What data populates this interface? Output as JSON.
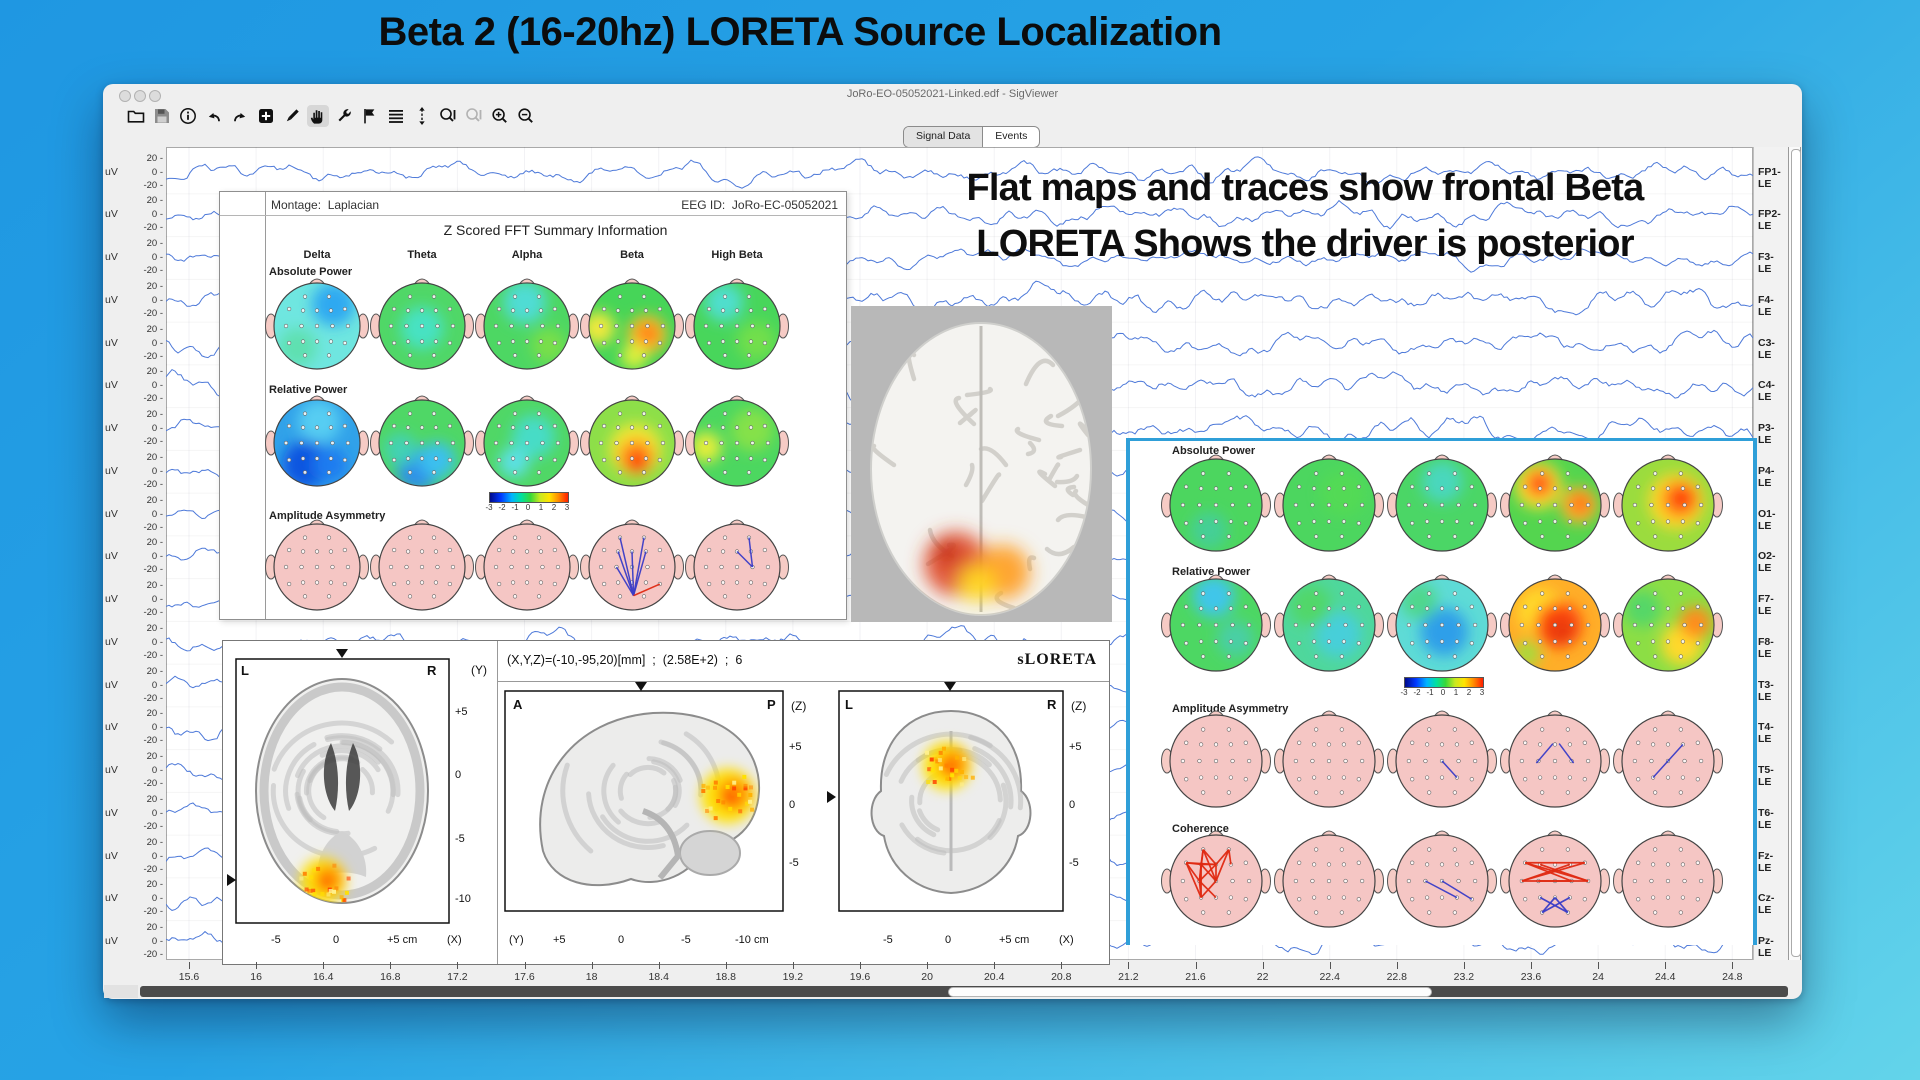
{
  "page_title": "Beta 2 (16-20hz) LORETA Source Localization",
  "annotation": {
    "line1": "Flat maps and traces show frontal Beta",
    "line2": "LORETA Shows the driver is posterior"
  },
  "window": {
    "title": "JoRo-EO-05052021-Linked.edf - SigViewer"
  },
  "toolbar": {
    "icons": [
      "open-file",
      "save",
      "file-info",
      "undo",
      "redo",
      "new-event",
      "edit-events",
      "hand-scroll",
      "event-tools",
      "flag-events",
      "channel-settings",
      "auto-scale-channels",
      "zoom-fit-horizontal",
      "zoom-out-horizontal-disabled",
      "zoom-in",
      "zoom-out"
    ]
  },
  "tabs": [
    {
      "label": "Signal Data",
      "selected": true
    },
    {
      "label": "Events",
      "selected": false
    }
  ],
  "eeg": {
    "amplitude_unit": "uV",
    "scale_ticks": [
      "20",
      "0",
      "-20"
    ],
    "channels": [
      "FP1-LE",
      "FP2-LE",
      "F3-LE",
      "F4-LE",
      "C3-LE",
      "C4-LE",
      "P3-LE",
      "P4-LE",
      "O1-LE",
      "O2-LE",
      "F7-LE",
      "F8-LE",
      "T3-LE",
      "T4-LE",
      "T5-LE",
      "T6-LE",
      "Fz-LE",
      "Cz-LE",
      "Pz-LE"
    ],
    "time_ticks": [
      "15.6",
      "16",
      "16.4",
      "16.8",
      "17.2",
      "17.6",
      "18",
      "18.4",
      "18.8",
      "19.2",
      "19.6",
      "20",
      "20.4",
      "20.8",
      "21.2",
      "21.6",
      "22",
      "22.4",
      "22.8",
      "23.2",
      "23.6",
      "24",
      "24.4",
      "24.8"
    ],
    "trace_color": "#4d79d9"
  },
  "fft_panel": {
    "montage": "Montage:  Laplacian",
    "eeg_id": "EEG ID:  JoRo-EC-05052021",
    "title": "Z Scored FFT Summary Information",
    "bands": [
      "Delta",
      "Theta",
      "Alpha",
      "Beta",
      "High Beta"
    ],
    "rows": [
      "Absolute Power",
      "Relative Power",
      "Amplitude Asymmetry"
    ],
    "colorbar_ticks": [
      "-3",
      "-2",
      "-1",
      "0",
      "1",
      "2",
      "3"
    ]
  },
  "right_panel": {
    "rows": [
      "Absolute Power",
      "Relative Power",
      "Amplitude Asymmetry",
      "Coherence"
    ],
    "colorbar_ticks": [
      "-3",
      "-2",
      "-1",
      "0",
      "1",
      "2",
      "3"
    ]
  },
  "loreta": {
    "header": "(X,Y,Z)=(-10,-95,20)[mm]  ;  (2.58E+2)  ;  6",
    "brand": "sLORETA",
    "axial": {
      "corner_left": "L",
      "corner_right": "R",
      "axis_right": "(Y)",
      "ticks_right": [
        "+5",
        "0",
        "-5",
        "-10"
      ],
      "ticks_bottom": [
        "-5",
        "0",
        "+5 cm"
      ],
      "axis_bottom": "(X)"
    },
    "sagittal": {
      "corner_left": "A",
      "corner_right": "P",
      "axis_right": "(Z)",
      "ticks_right": [
        "+5",
        "0",
        "-5"
      ],
      "axis_bottom_prefix": "(Y)",
      "ticks_bottom": [
        "+5",
        "0",
        "-5",
        "-10 cm"
      ]
    },
    "coronal": {
      "corner_left": "L",
      "corner_right": "R",
      "axis_right": "(Z)",
      "ticks_right": [
        "+5",
        "0",
        "-5"
      ],
      "ticks_bottom": [
        "-5",
        "0",
        "+5 cm"
      ],
      "axis_bottom": "(X)"
    }
  }
}
